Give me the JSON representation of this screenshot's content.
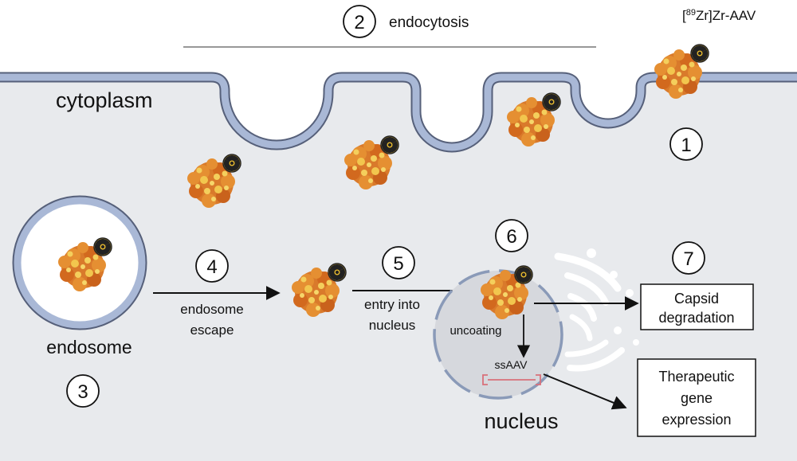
{
  "title_step": "endocytosis",
  "tracer": {
    "prefix": "[",
    "isotope": "89",
    "suffix": "Zr]Zr-AAV"
  },
  "compartments": {
    "cytoplasm": "cytoplasm",
    "endosome": "endosome",
    "nucleus": "nucleus"
  },
  "steps": [
    {
      "num": "1"
    },
    {
      "num": "2"
    },
    {
      "num": "3"
    },
    {
      "num": "4",
      "line1": "endosome",
      "line2": "escape"
    },
    {
      "num": "5",
      "line1": "entry into",
      "line2": "nucleus"
    },
    {
      "num": "6",
      "label": "uncoating"
    },
    {
      "num": "7"
    }
  ],
  "genome": "ssAAV",
  "outcomes": {
    "capsid": [
      "Capsid",
      "degradation"
    ],
    "therapeutic": [
      "Therapeutic",
      "gene",
      "expression"
    ]
  },
  "colors": {
    "cytoplasm": "#e8eaed",
    "membrane": "#a9b8d6",
    "membrane_edge": "#56607a",
    "nucleus_fill": "#d6d8dd",
    "nucleus_edge": "#8a9ab8",
    "virus": "#e0892e",
    "virus_highlight": "#f0c24a",
    "hazard": "#f2c230",
    "genome": "#d9707a"
  },
  "icons": [
    "aav-particle-icon",
    "radioactive-icon"
  ]
}
